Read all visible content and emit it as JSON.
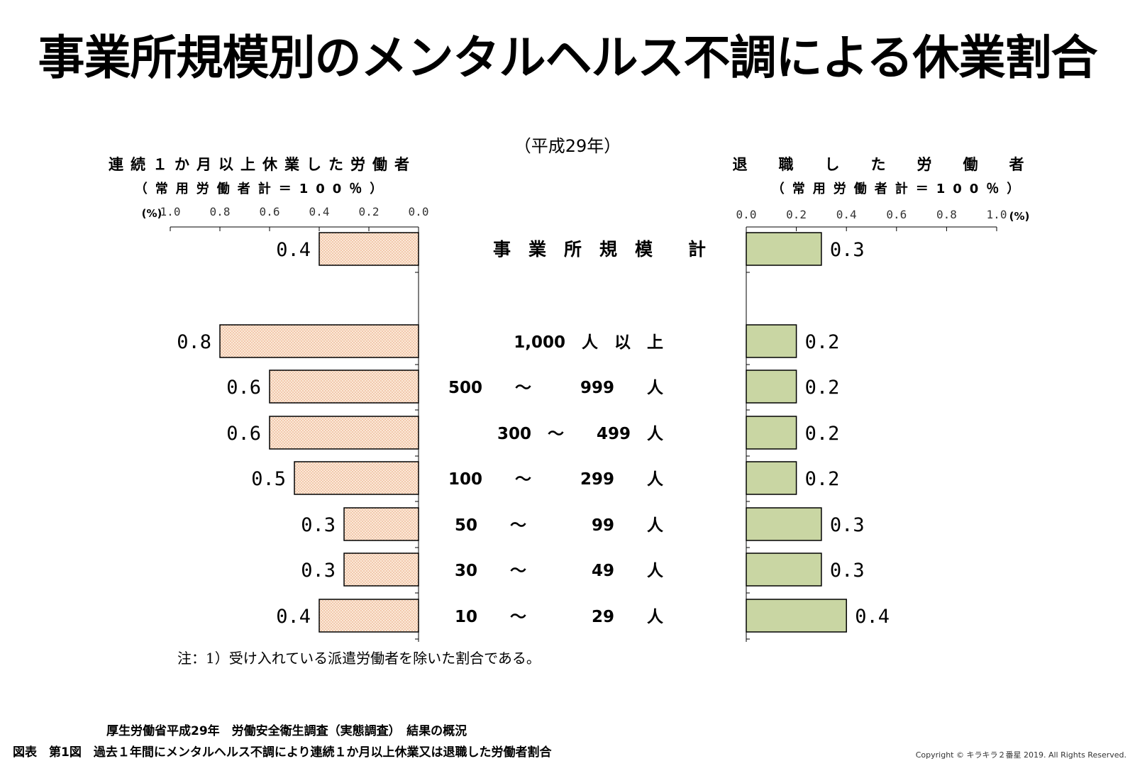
{
  "title": "事業所規模別のメンタルヘルス不調による休業割合",
  "subtitle": "（平成29年）",
  "left_panel": {
    "heading": "連続１か月以上休業した労働者",
    "subheading": "（常用労働者計＝100％）",
    "unit": "(%)"
  },
  "right_panel": {
    "heading": "退職した労働者",
    "subheading": "（常用労働者計＝100％）",
    "unit": "(%)"
  },
  "note": "注：1）受け入れている派遣労働者を除いた割合である。",
  "source": "厚生労働省平成29年　労働安全衛生調査（実態調査）　結果の概況",
  "figure_caption": "図表　第1図　過去１年間にメンタルヘルス不調により連続１か月以上休業又は退職した労働者割合",
  "copyright": "Copyright © キラキラ２番星 2019. All Rights Reserved.",
  "colors": {
    "leave_bar": "#fbe9d8",
    "leave_dot": "#e8a27a",
    "retire_bar": "#c9d6a3",
    "bar_border": "#000000"
  },
  "chart_data": {
    "type": "bar",
    "orientation": "horizontal",
    "categories": [
      "事　業　所　規　模　　計",
      "1,000　人　以　上",
      "500　　～　　　999　　人",
      "300　～　　499　人",
      "100　　～　　　299　　人",
      "50　　～　　　　99　　人",
      "30　　～　　　　49　　人",
      "10　　～　　　　29　　人"
    ],
    "series": [
      {
        "name": "連続１か月以上休業した労働者",
        "values": [
          0.4,
          0.8,
          0.6,
          0.6,
          0.5,
          0.3,
          0.3,
          0.4
        ],
        "labels": [
          "0.4",
          "0.8",
          "0.6",
          "0.6",
          "0.5",
          "0.3",
          "0.3",
          "0.4"
        ],
        "direction": "left"
      },
      {
        "name": "退職した労働者",
        "values": [
          0.3,
          0.2,
          0.2,
          0.2,
          0.2,
          0.3,
          0.3,
          0.4
        ],
        "labels": [
          "0.3",
          "0.2",
          "0.2",
          "0.2",
          "0.2",
          "0.3",
          "0.3",
          "0.4"
        ],
        "direction": "right"
      }
    ],
    "left_ticks": [
      "1.0",
      "0.8",
      "0.6",
      "0.4",
      "0.2",
      "0.0"
    ],
    "right_ticks": [
      "0.0",
      "0.2",
      "0.4",
      "0.6",
      "0.8",
      "1.0"
    ],
    "xlim": [
      0,
      1.0
    ],
    "grid": false
  }
}
